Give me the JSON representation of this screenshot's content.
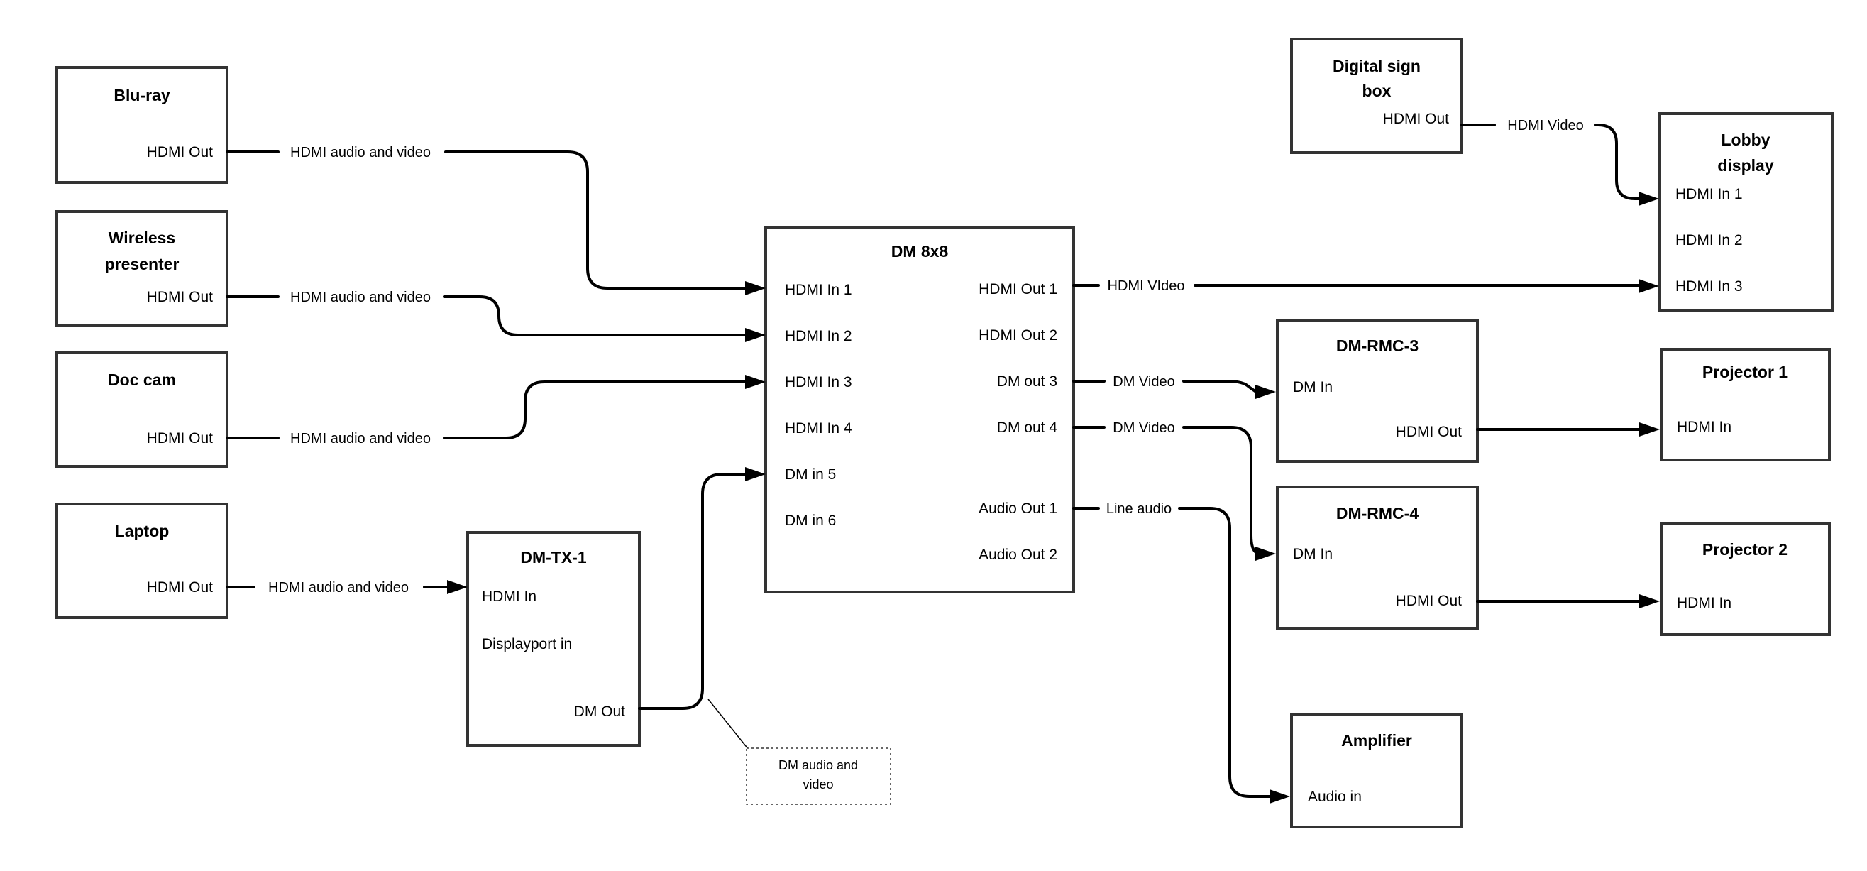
{
  "boxes": {
    "bluray": {
      "title": "Blu-ray",
      "port": "HDMI Out"
    },
    "wireless": {
      "title1": "Wireless",
      "title2": "presenter",
      "port": "HDMI Out"
    },
    "doccam": {
      "title": "Doc cam",
      "port": "HDMI Out"
    },
    "laptop": {
      "title": "Laptop",
      "port": "HDMI Out"
    },
    "dmtx1": {
      "title": "DM-TX-1",
      "port1": "HDMI In",
      "port2": "Displayport in",
      "port3": "DM Out"
    },
    "dm8x8": {
      "title": "DM 8x8",
      "in1": "HDMI In 1",
      "in2": "HDMI In 2",
      "in3": "HDMI In 3",
      "in4": "HDMI In 4",
      "in5": "DM in 5",
      "in6": "DM in 6",
      "out1": "HDMI Out 1",
      "out2": "HDMI Out 2",
      "out3": "DM out 3",
      "out4": "DM out 4",
      "aout1": "Audio Out 1",
      "aout2": "Audio Out 2"
    },
    "digsign": {
      "title1": "Digital sign",
      "title2": "box",
      "port": "HDMI Out"
    },
    "lobby": {
      "title1": "Lobby",
      "title2": "display",
      "in1": "HDMI In 1",
      "in2": "HDMI In 2",
      "in3": "HDMI In 3"
    },
    "dmrmc3": {
      "title": "DM-RMC-3",
      "port1": "DM In",
      "port2": "HDMI Out"
    },
    "proj1": {
      "title": "Projector 1",
      "port": "HDMI In"
    },
    "dmrmc4": {
      "title": "DM-RMC-4",
      "port1": "DM In",
      "port2": "HDMI Out"
    },
    "proj2": {
      "title": "Projector 2",
      "port": "HDMI In"
    },
    "amplifier": {
      "title": "Amplifier",
      "port": "Audio in"
    }
  },
  "labels": {
    "bluray": "HDMI audio and video",
    "wireless": "HDMI audio and video",
    "doccam": "HDMI audio and video",
    "laptop": "HDMI audio and video",
    "hdmi_out1": "HDMI VIdeo",
    "dm_out3": "DM Video",
    "dm_out4": "DM Video",
    "audio_out1": "Line audio",
    "digsign": "HDMI Video"
  },
  "callout": {
    "line1": "DM audio and",
    "line2": "video"
  },
  "colors": {
    "background": "#ffffff",
    "box_border": "#333333",
    "wire": "#000000",
    "text": "#000000"
  }
}
